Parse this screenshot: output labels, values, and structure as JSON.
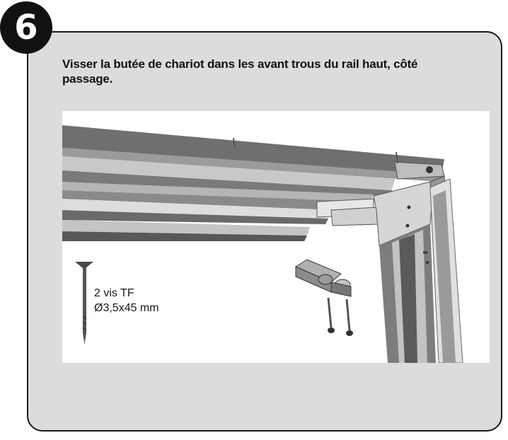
{
  "step": {
    "number": "6",
    "instruction": "Visser la butée de chariot dans les avant trous du rail haut, côté passage."
  },
  "illustration": {
    "parts_caption": {
      "line1": "2 vis TF",
      "line2": "Ø3,5x45 mm"
    },
    "icons": [
      "frame-rail-drawing",
      "screw-icon",
      "carriage-stop-icon"
    ]
  },
  "colors": {
    "panel_background": "#dcdcdc",
    "border": "#1a1a1a",
    "badge": "#111111"
  }
}
